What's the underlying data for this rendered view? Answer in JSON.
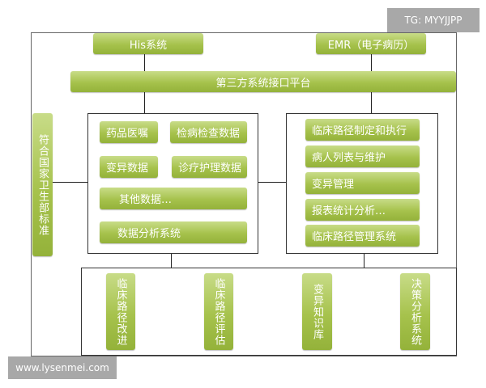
{
  "top": {
    "his": "His系统",
    "emr": "EMR（电子病历）",
    "platform": "第三方系统接口平台"
  },
  "standard": "符合国家卫生部标准",
  "left_box": {
    "items": [
      "药品医嘱",
      "检病检查数据",
      "变异数据",
      "诊疗护理数据",
      "其他数据…",
      "数据分析系统"
    ]
  },
  "right_box": {
    "items": [
      "临床路径制定和执行",
      "病人列表与维护",
      "变异管理",
      "报表统计分析…",
      "临床路径管理系统"
    ]
  },
  "bottom_box": {
    "items": [
      "临床路径改进",
      "临床路径评估",
      "变异知识库",
      "决策分析系统"
    ]
  },
  "watermarks": {
    "top": "TG: MYYJJPP",
    "bottom": "www.lysenmei.com"
  },
  "colors": {
    "green_top": "#c8dc88",
    "green_bottom": "#94b23a"
  }
}
